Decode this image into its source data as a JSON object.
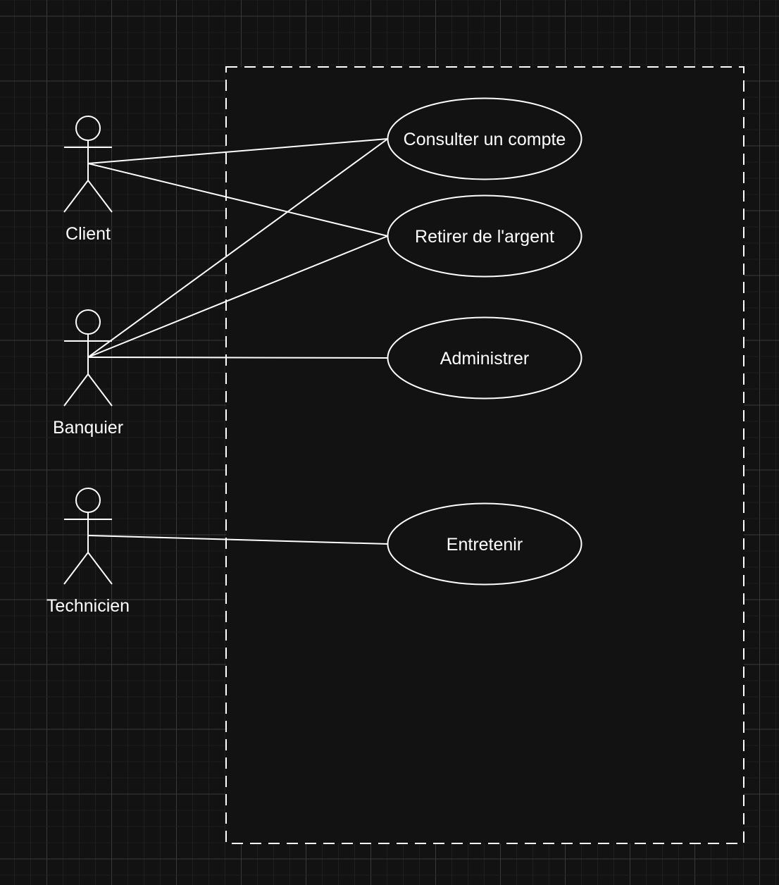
{
  "diagram": {
    "type": "uml-use-case",
    "colors": {
      "background": "#121212",
      "grid_minor": "#1f1f1f",
      "grid_major": "#3a3a3a",
      "stroke": "#ffffff"
    },
    "actors": [
      {
        "id": "client",
        "label": "Client"
      },
      {
        "id": "banquier",
        "label": "Banquier"
      },
      {
        "id": "technicien",
        "label": "Technicien"
      }
    ],
    "use_cases": [
      {
        "id": "consulter",
        "label": "Consulter un compte"
      },
      {
        "id": "retirer",
        "label": "Retirer de l'argent"
      },
      {
        "id": "administrer",
        "label": "Administrer"
      },
      {
        "id": "entretenir",
        "label": "Entretenir"
      }
    ],
    "associations": [
      {
        "from": "client",
        "to": "consulter"
      },
      {
        "from": "client",
        "to": "retirer"
      },
      {
        "from": "banquier",
        "to": "consulter"
      },
      {
        "from": "banquier",
        "to": "retirer"
      },
      {
        "from": "banquier",
        "to": "administrer"
      },
      {
        "from": "technicien",
        "to": "entretenir"
      }
    ]
  }
}
